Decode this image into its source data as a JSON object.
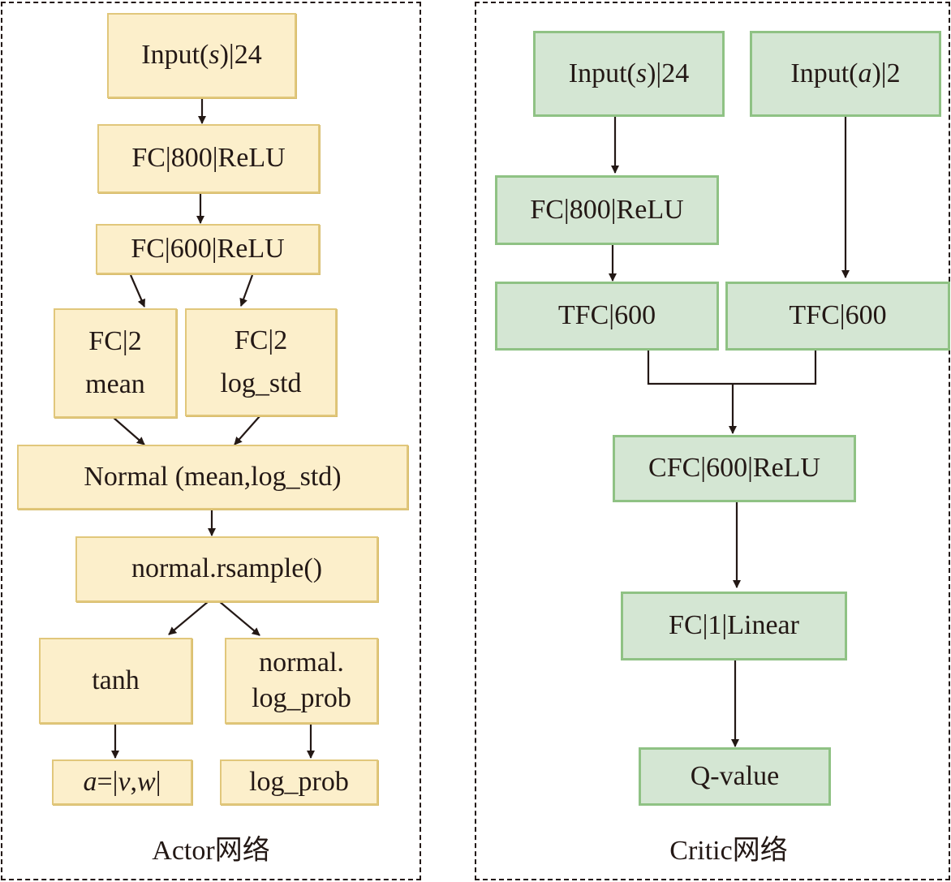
{
  "actor": {
    "title": "Actor网络",
    "nodes": {
      "input_s": {
        "pre": "Input(",
        "var": "s",
        "post": ")|24"
      },
      "fc800": "FC|800|ReLU",
      "fc600": "FC|600|ReLU",
      "fc2_mean": {
        "line1": "FC|2",
        "line2": "mean"
      },
      "fc2_logstd": {
        "line1": "FC|2",
        "line2": "log_std"
      },
      "normal": "Normal (mean,log_std)",
      "rsample": "normal.rsample()",
      "tanh": "tanh",
      "logprob_fn": {
        "line1": "normal.",
        "line2": "log_prob"
      },
      "action": {
        "var_a": "a",
        "eq": "=|",
        "var_v": "v",
        "comma": ",",
        "var_w": "w",
        "end": "|"
      },
      "logprob_out": "log_prob"
    }
  },
  "critic": {
    "title": "Critic网络",
    "nodes": {
      "input_s": {
        "pre": "Input(",
        "var": "s",
        "post": ")|24"
      },
      "input_a": {
        "pre": "Input(",
        "var": "a",
        "post": ")|2"
      },
      "fc800": "FC|800|ReLU",
      "tfc_s": "TFC|600",
      "tfc_a": "TFC|600",
      "cfc": "CFC|600|ReLU",
      "fc1": "FC|1|Linear",
      "qvalue": "Q-value"
    }
  },
  "colors": {
    "actor_fill": "#fcefcb",
    "actor_border": "#e1c77b",
    "critic_fill": "#d4e6d3",
    "critic_border": "#8fc284",
    "line": "#231815"
  }
}
